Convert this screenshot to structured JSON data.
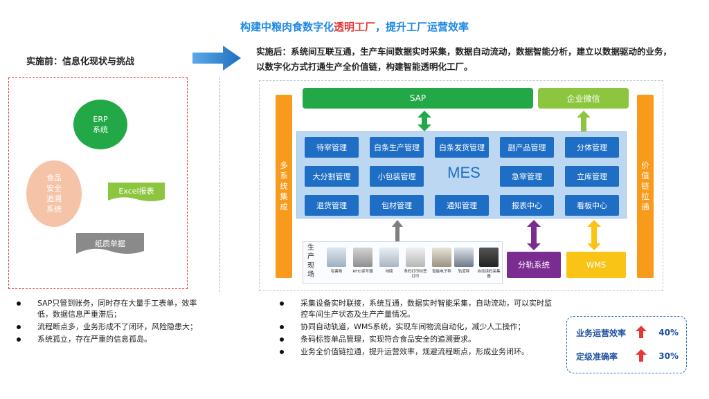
{
  "headline": {
    "part1": "构建中粮肉食数字化",
    "part2": "透明工厂",
    "part3": "，提升工厂运营效率"
  },
  "before": {
    "title": "实施前：信息化现状与挑战",
    "erp": {
      "line1": "ERP",
      "line2": "系统"
    },
    "food": {
      "line1": "食品",
      "line2": "安全",
      "line3": "追溯",
      "line4": "系统"
    },
    "excel": "Excel报表",
    "paper": "纸质单据",
    "bullets": [
      "SAP只管到账务，同时存在大量手工表单，效率低，数据信息严重滞后；",
      "流程断点多，业务形成不了闭环，风险隐患大；",
      "系统孤立，存在严重的信息孤岛。"
    ]
  },
  "after": {
    "intro": "实施后：系统间互联互通，生产车间数据实时采集，数据自动流动，数据智能分析，建立以数据驱动的业务，以数字化方式打通生产全价值链，构建智能透明化工厂。",
    "left_side": "多系统集成",
    "right_side": "价值链拉通",
    "sap": "SAP",
    "wechat": "企业微信",
    "mes": "MES",
    "modules": [
      "待宰管理",
      "白条生产管理",
      "白条发货管理",
      "副产品管理",
      "分体管理",
      "大分割管理",
      "小包装管理",
      "急宰管理",
      "立库管理",
      "退货管理",
      "包材管理",
      "通知管理",
      "报表中心",
      "看板中心"
    ],
    "site_label": "生产现场",
    "devices": [
      "有害物",
      "RFID读写器",
      "地磅",
      "条码打印标签打印",
      "智能电子秤",
      "轨道秤",
      "自动读码采集器"
    ],
    "fenzhui": "分轨系统",
    "wms": "WMS",
    "bullets": [
      "采集设备实时联接，系统互通，数据实时智能采集，自动流动，可以实时监控车间生产状态及生产产量情况。",
      "协同自动轨道，WMS系统，实现车间物流自动化，减少人工操作；",
      "条码标签单品管理，实现符合食品安全的追溯要求。",
      "业务全价值链拉通，提升运营效率，规避流程断点，形成业务闭环。"
    ]
  },
  "kpi": [
    {
      "label": "业务运营效率",
      "value": "40%"
    },
    {
      "label": "定级准确率",
      "value": "30%"
    }
  ],
  "colors": {
    "green": "#22a846",
    "blue": "#1f6ec6",
    "orange": "#f89b1c",
    "purple": "#7b2c90",
    "yellow": "#f9c416",
    "red": "#e53935"
  }
}
